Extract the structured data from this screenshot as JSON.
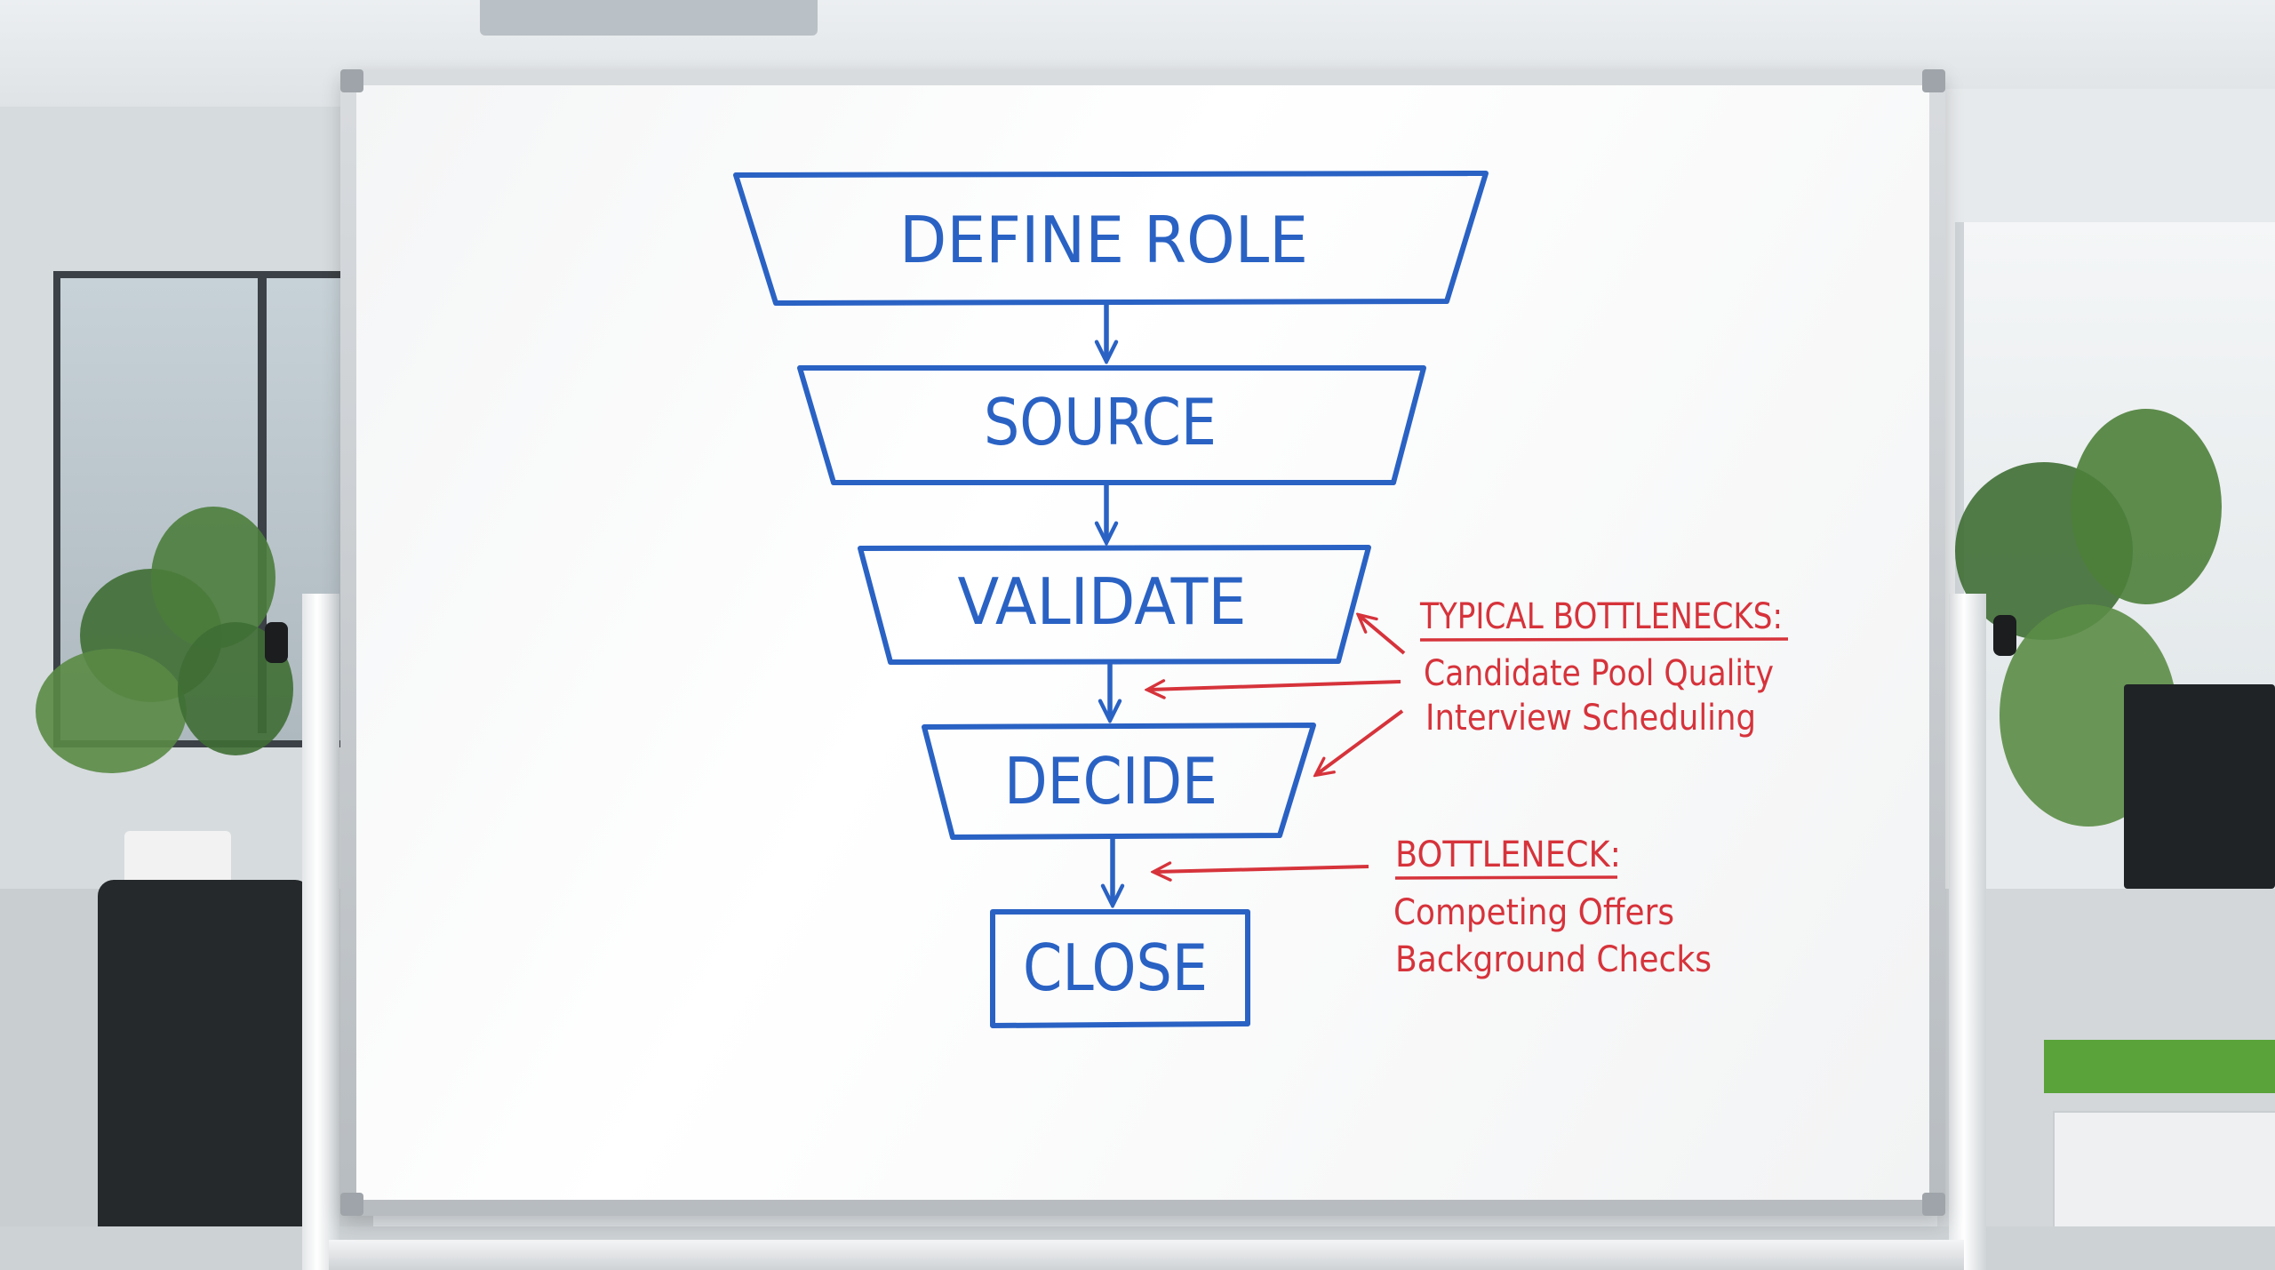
{
  "whiteboard": {
    "stages": [
      {
        "label": "DEFINE ROLE"
      },
      {
        "label": "SOURCE"
      },
      {
        "label": "VALIDATE"
      },
      {
        "label": "DECIDE"
      },
      {
        "label": "CLOSE"
      }
    ],
    "notes": [
      {
        "heading": "TYPICAL BOTTLENECKS:",
        "lines": [
          "Candidate Pool Quality",
          "Interview Scheduling"
        ]
      },
      {
        "heading": "BOTTLENECK:",
        "lines": [
          "Competing Offers",
          "Background Checks"
        ]
      }
    ]
  },
  "colors": {
    "marker_blue": "#2a62c4",
    "marker_red": "#d6333b",
    "board": "#f6f7f8",
    "frame": "#c4c8cc"
  }
}
